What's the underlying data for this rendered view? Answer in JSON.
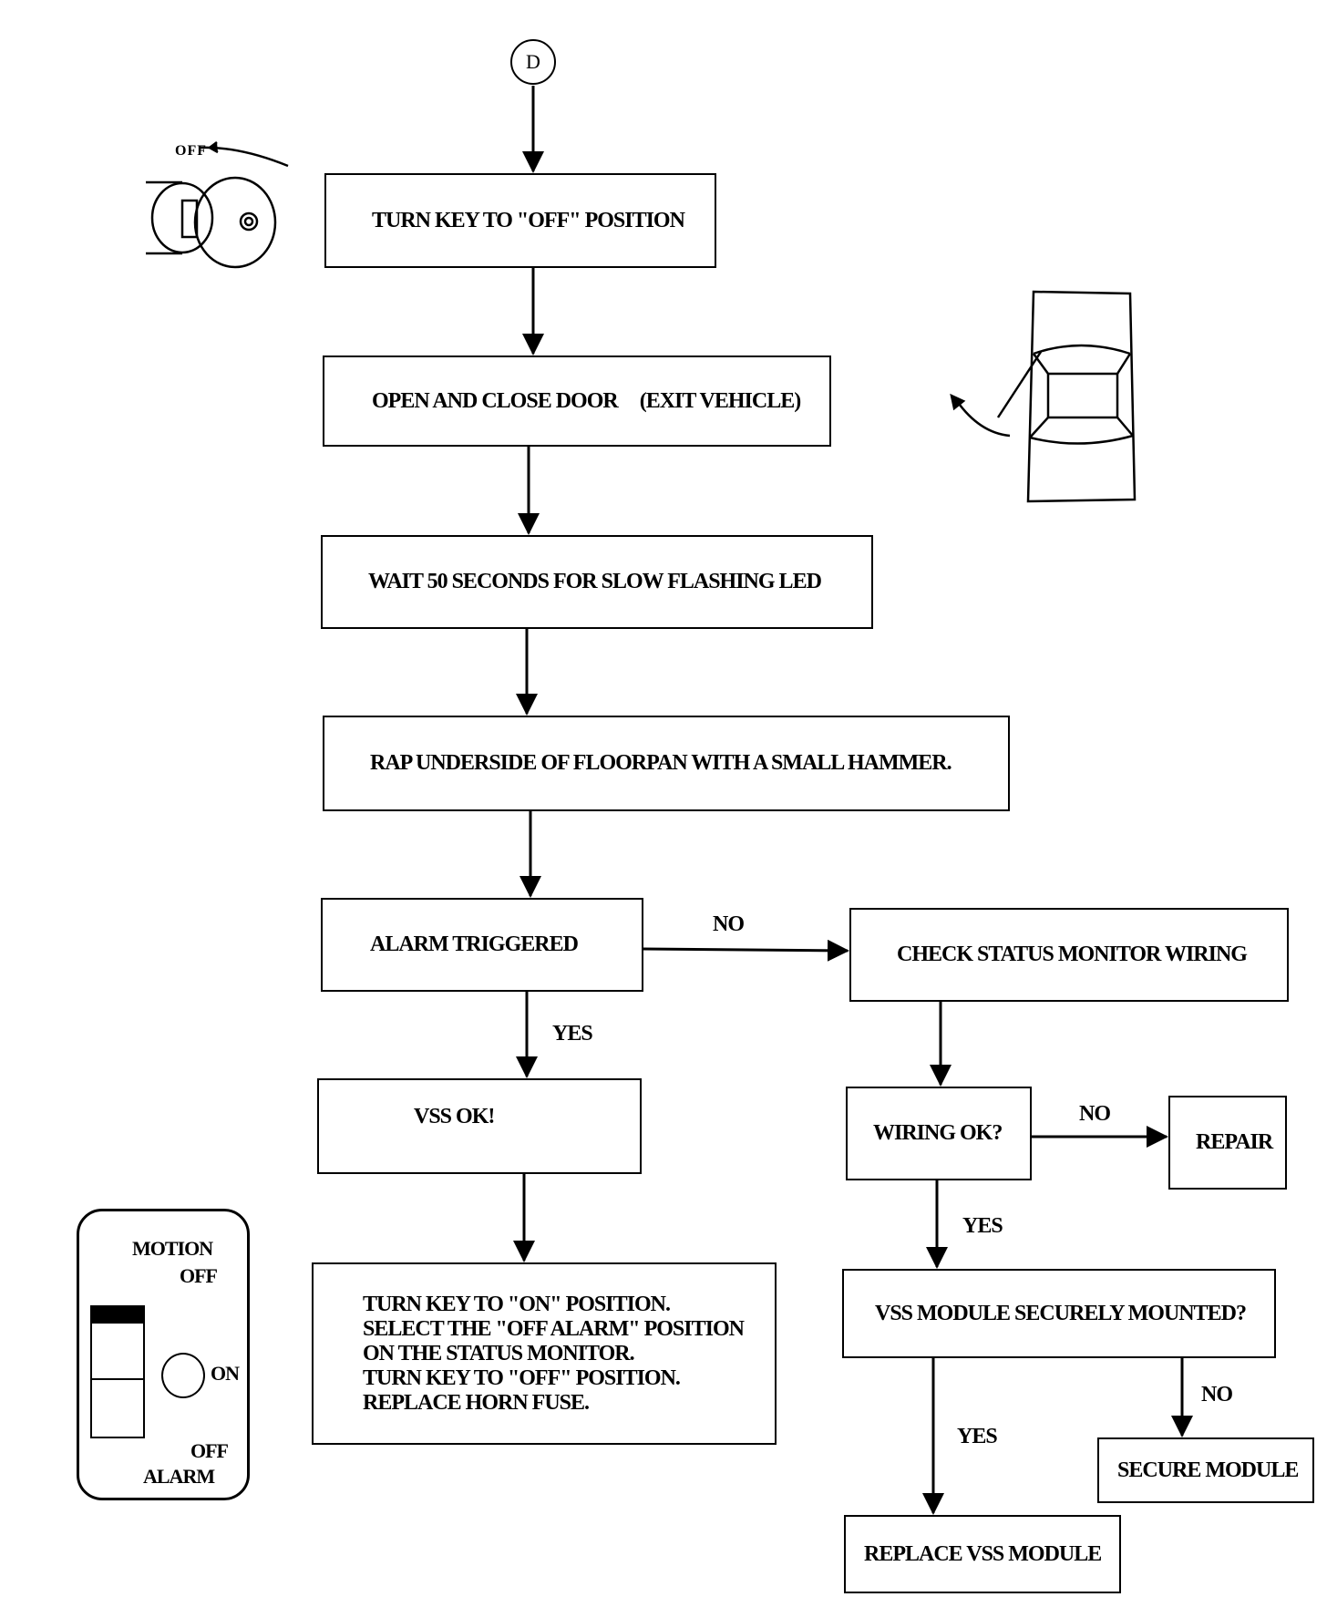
{
  "start_connector": "D",
  "steps": {
    "turn_key_off": "TURN KEY TO \"OFF\" POSITION",
    "open_close_door": "OPEN AND CLOSE DOOR",
    "exit_vehicle": "(EXIT VEHICLE)",
    "wait": "WAIT 50 SECONDS FOR SLOW FLASHING LED",
    "rap": "RAP UNDERSIDE OF FLOORPAN WITH A SMALL HAMMER.",
    "alarm_triggered": "ALARM TRIGGERED",
    "check_wiring": "CHECK STATUS MONITOR WIRING",
    "vss_ok": "VSS OK!",
    "wiring_ok": "WIRING OK?",
    "repair": "REPAIR",
    "final_lines": [
      "TURN KEY TO \"ON\" POSITION.",
      "SELECT THE \"OFF ALARM\" POSITION",
      "ON THE STATUS MONITOR.",
      "TURN KEY TO \"OFF\" POSITION.",
      "REPLACE HORN FUSE."
    ],
    "module_mounted": "VSS MODULE SECURELY MOUNTED?",
    "secure_module": "SECURE MODULE",
    "replace_module": "REPLACE VSS MODULE"
  },
  "branch_labels": {
    "alarm_no": "NO",
    "alarm_yes": "YES",
    "wiring_no": "NO",
    "wiring_yes": "YES",
    "mounted_no": "NO",
    "mounted_yes": "YES"
  },
  "illustrations": {
    "ignition_off_label": "OFF",
    "panel_motion": "MOTION",
    "panel_motion_off": "OFF",
    "panel_on": "ON",
    "panel_off": "OFF",
    "panel_alarm": "ALARM"
  }
}
